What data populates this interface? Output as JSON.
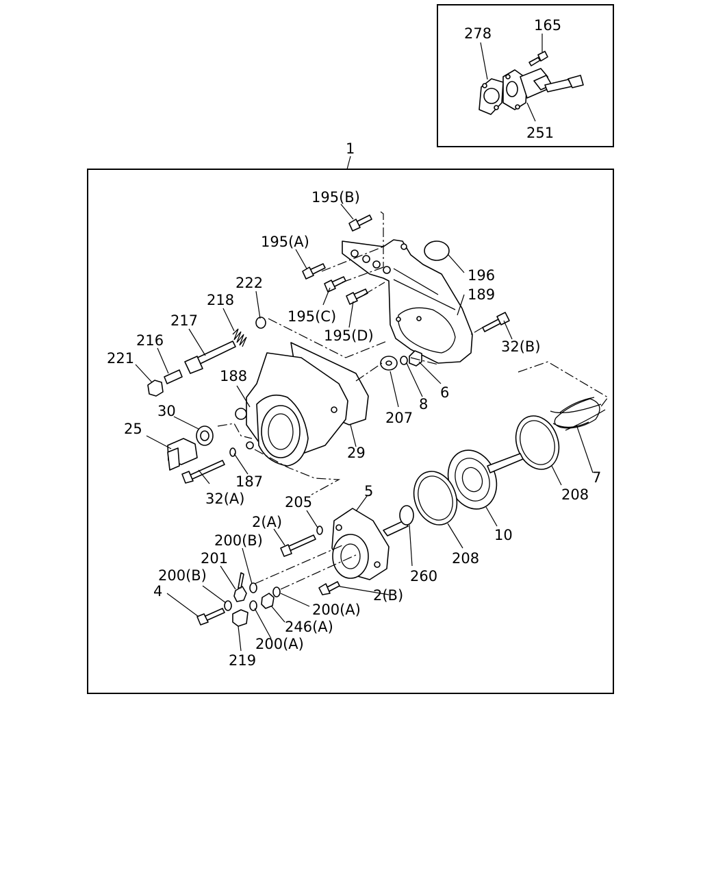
{
  "diagram": {
    "inset": {
      "labels": [
        "278",
        "165",
        "251"
      ]
    },
    "main": {
      "assembly_label": "1",
      "labels": [
        "195(B)",
        "195(A)",
        "196",
        "189",
        "222",
        "218",
        "195(C)",
        "195(D)",
        "217",
        "32(B)",
        "216",
        "221",
        "188",
        "6",
        "8",
        "207",
        "30",
        "25",
        "29",
        "7",
        "187",
        "32(A)",
        "5",
        "205",
        "208",
        "2(A)",
        "10",
        "200(B)",
        "201",
        "208",
        "200(B)",
        "260",
        "4",
        "2(B)",
        "200(A)",
        "246(A)",
        "200(A)",
        "219"
      ]
    }
  }
}
